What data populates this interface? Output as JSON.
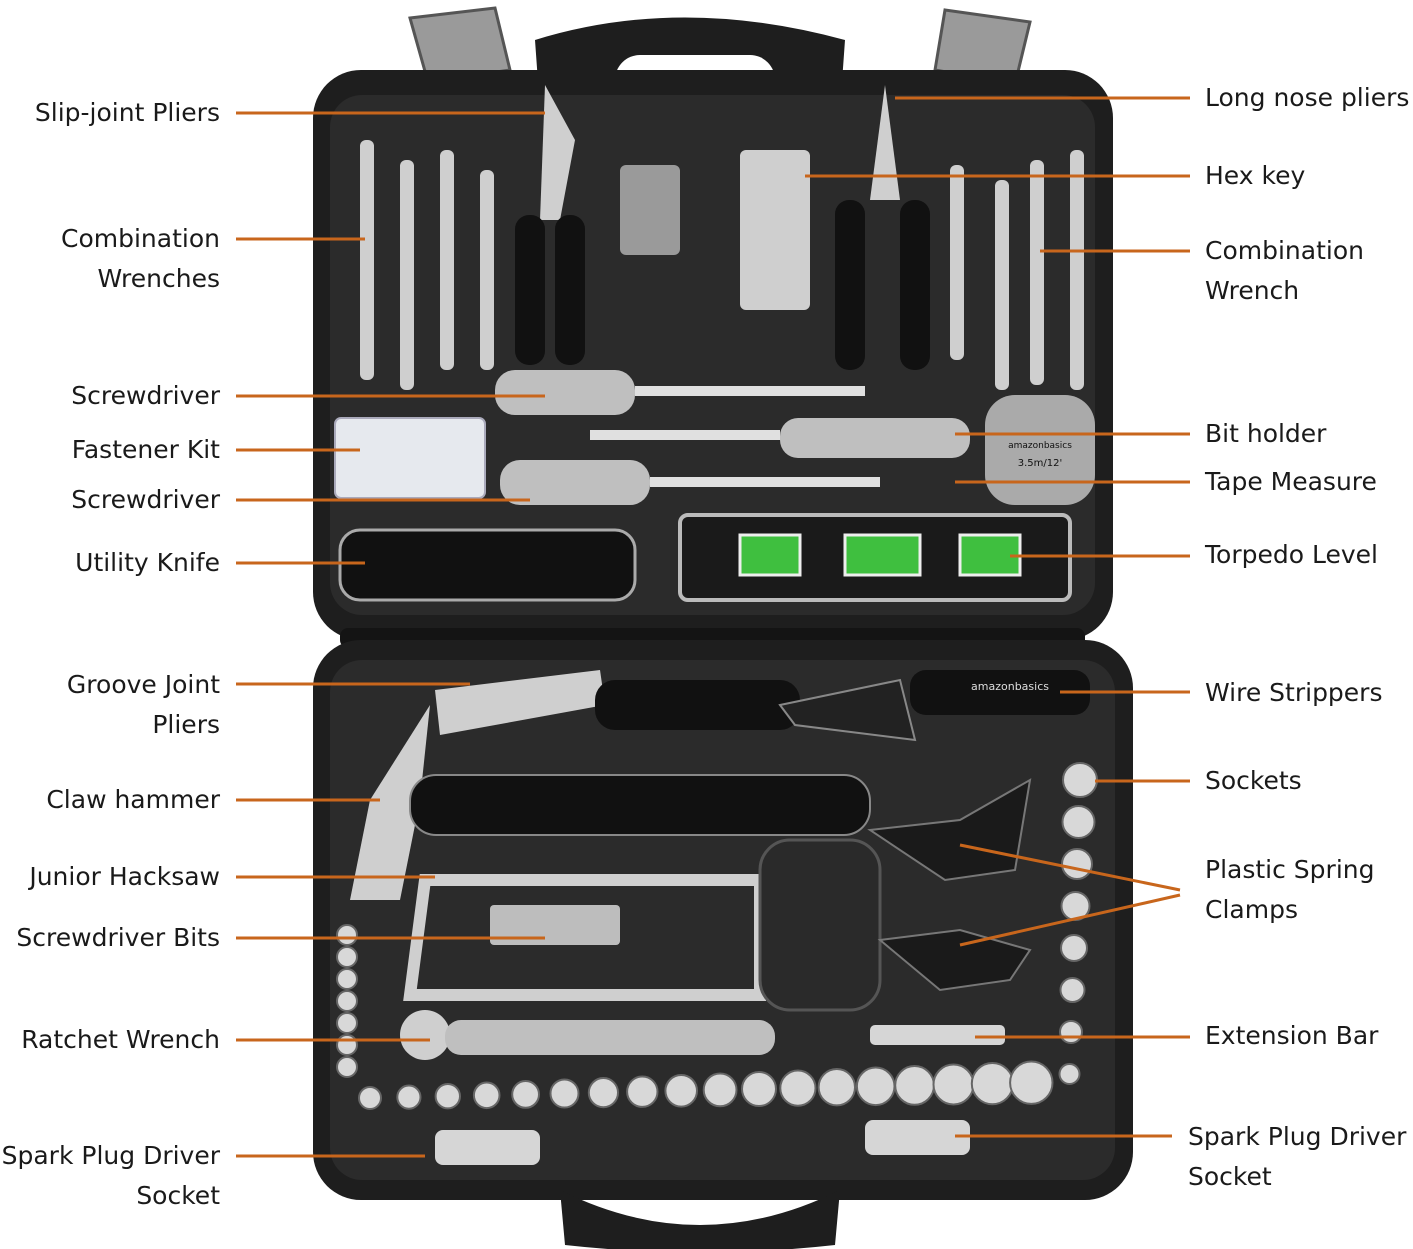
{
  "colors": {
    "case": "#1e1e1e",
    "case_inner": "#2b2b2b",
    "leader_line": "#c8661c",
    "label_text": "#1a1a1a",
    "latch": "#9a9a9a",
    "level_bubble": "#3fbf3f"
  },
  "brand_marks": [
    "amazonbasics",
    "3.5m/12'"
  ],
  "labels_left": [
    {
      "id": "slip-joint-pliers",
      "text": "Slip-joint Pliers"
    },
    {
      "id": "combination-wrenches",
      "text": "Combination\nWrenches"
    },
    {
      "id": "screwdriver-1",
      "text": "Screwdriver"
    },
    {
      "id": "fastener-kit",
      "text": "Fastener Kit"
    },
    {
      "id": "screwdriver-2",
      "text": "Screwdriver"
    },
    {
      "id": "utility-knife",
      "text": "Utility Knife"
    },
    {
      "id": "groove-joint-pliers",
      "text": "Groove Joint\nPliers"
    },
    {
      "id": "claw-hammer",
      "text": "Claw hammer"
    },
    {
      "id": "junior-hacksaw",
      "text": "Junior Hacksaw"
    },
    {
      "id": "screwdriver-bits",
      "text": "Screwdriver Bits"
    },
    {
      "id": "ratchet-wrench",
      "text": "Ratchet Wrench"
    },
    {
      "id": "spark-plug-driver-socket-left",
      "text": "Spark Plug Driver\nSocket"
    }
  ],
  "labels_right": [
    {
      "id": "long-nose-pliers",
      "text": "Long nose pliers"
    },
    {
      "id": "hex-key",
      "text": "Hex key"
    },
    {
      "id": "combination-wrench",
      "text": "Combination\nWrench"
    },
    {
      "id": "bit-holder",
      "text": "Bit holder"
    },
    {
      "id": "tape-measure",
      "text": "Tape Measure"
    },
    {
      "id": "torpedo-level",
      "text": "Torpedo Level"
    },
    {
      "id": "wire-strippers",
      "text": "Wire Strippers"
    },
    {
      "id": "sockets",
      "text": "Sockets"
    },
    {
      "id": "plastic-spring-clamps",
      "text": "Plastic Spring\nClamps"
    },
    {
      "id": "extension-bar",
      "text": "Extension Bar"
    },
    {
      "id": "spark-plug-driver-socket-right",
      "text": "Spark Plug Driver\nSocket"
    }
  ]
}
